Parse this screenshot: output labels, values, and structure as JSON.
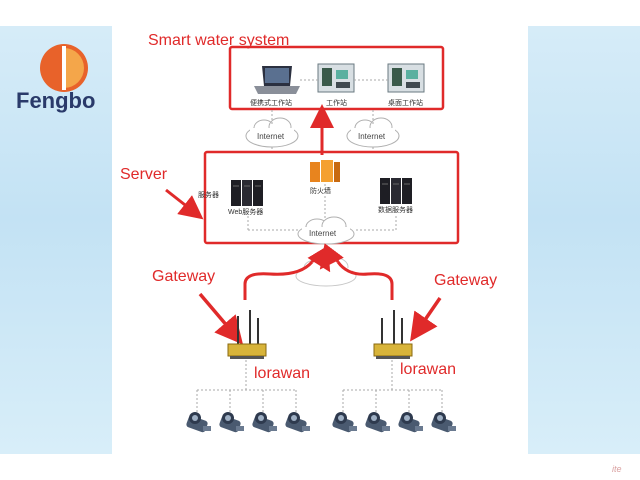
{
  "brand": {
    "name": "Fengbo",
    "logo_color_left": "#e8622a",
    "logo_color_right": "#f4a64a"
  },
  "labels": {
    "title": "Smart water system",
    "server": "Server",
    "gateway_left": "Gateway",
    "gateway_right": "Gateway",
    "lorawan_left": "lorawan",
    "lorawan_right": "lorawan"
  },
  "workstations": {
    "laptop": "便携式工作站",
    "workstation": "工作站",
    "desktop": "桌面工作站"
  },
  "servers": {
    "left_small": "服务器",
    "web": "Web服务器",
    "firewall": "防火墙",
    "database": "数据服务器"
  },
  "clouds": {
    "top_left": "Internet",
    "top_right": "Internet",
    "middle": "Internet"
  },
  "watermark": "ite",
  "colors": {
    "accent_red": "#e02a2a",
    "side_blue": "#c9e5f5",
    "router_yellow": "#d8b43a"
  }
}
